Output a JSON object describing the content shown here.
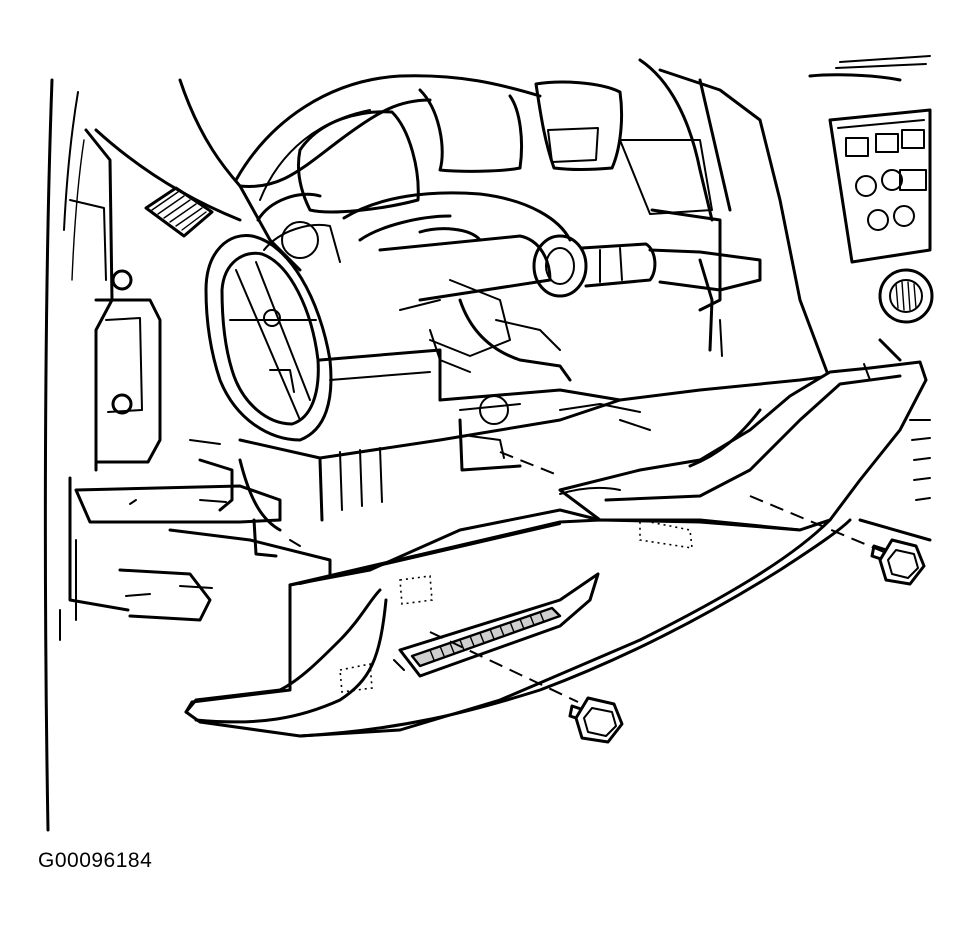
{
  "figure": {
    "id_label": "G00096184"
  },
  "colors": {
    "line": "#000000",
    "background": "#ffffff",
    "shade": "#cfcfcf"
  },
  "parts": [
    "instrument-panel",
    "steering-column",
    "knee-bolster",
    "bolt"
  ]
}
